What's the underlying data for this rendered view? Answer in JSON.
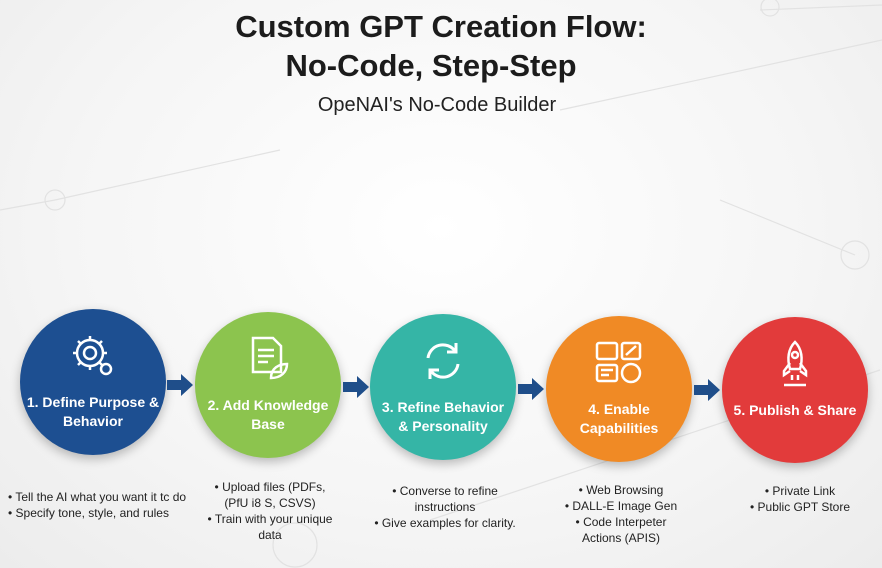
{
  "title_line1": "Custom GPT Creation Flow:",
  "title_line2": "No-Code, Step-Step",
  "subtitle": "OpeNAI's No-Code Builder",
  "colors": {
    "arrow": "#1f4e8a"
  },
  "steps": [
    {
      "label": "1. Define Purpose & Behavior",
      "icon": "gear-brain-icon",
      "color": "#1d4f91",
      "bullets": [
        "• Tell the AI what you want it tc do",
        "• Specify tone, style, and rules"
      ]
    },
    {
      "label": "2. Add Knowledge Base",
      "icon": "document-leaf-icon",
      "color": "#8cc44e",
      "bullets": [
        "• Upload files (PDFs,",
        "(PfU i8 S, CSVS)",
        "• Train with your unique",
        "data"
      ]
    },
    {
      "label": "3. Refine Behavior & Personality",
      "icon": "refresh-icon",
      "color": "#35b5a6",
      "bullets": [
        "• Converse to refine",
        "instructions",
        "• Give examples for clarity."
      ]
    },
    {
      "label": "4. Enable Capabilities",
      "icon": "tools-grid-icon",
      "color": "#f08a25",
      "bullets": [
        "• Web Browsing",
        "• DALL-E Image Gen",
        "• Code Interpeter",
        "Actions (APIS)"
      ]
    },
    {
      "label": "5. Publish & Share",
      "icon": "rocket-icon",
      "color": "#e23b3b",
      "bullets": [
        "• Private Link",
        "• Public GPT Store"
      ]
    }
  ]
}
